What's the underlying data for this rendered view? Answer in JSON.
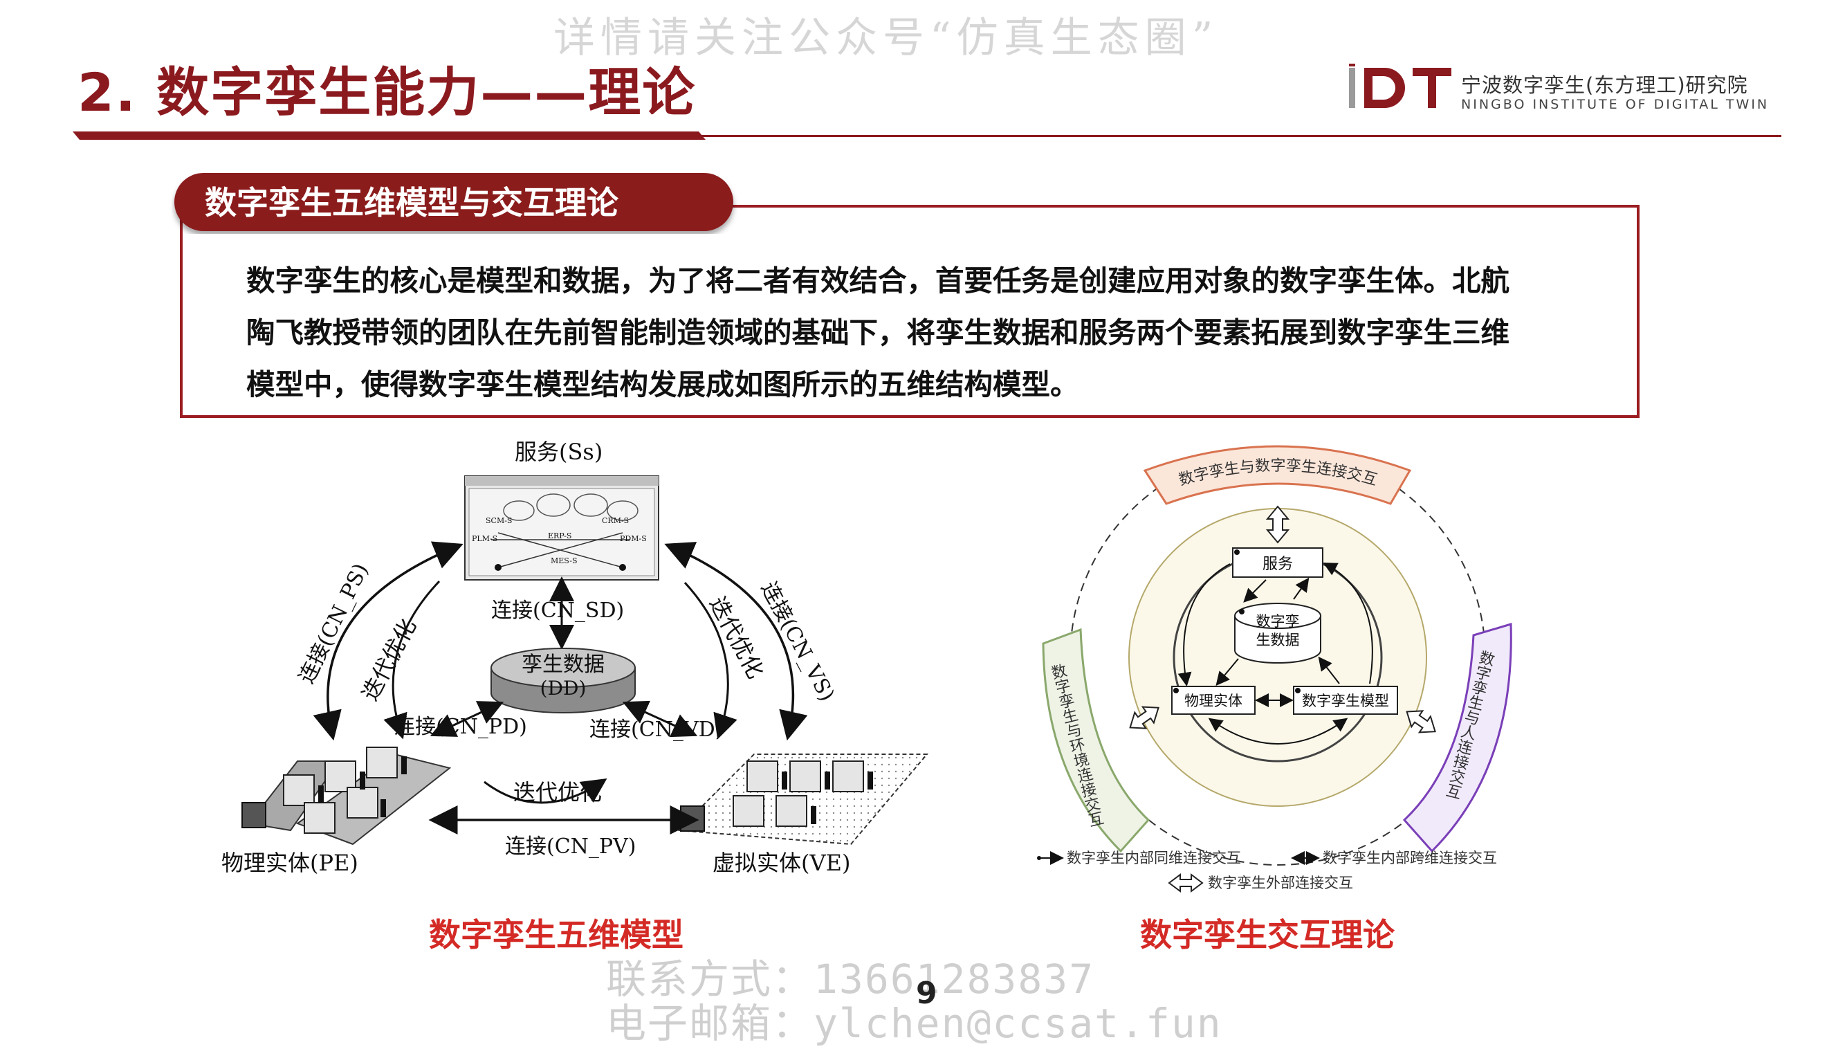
{
  "header": {
    "title": "2. 数字孪生能力——理论",
    "logo_text": "iDT",
    "org_cn": "宁波数字孪生(东方理工)研究院",
    "org_en": "NINGBO INSTITUTE OF DIGITAL TWIN",
    "watermark_top": "详情请关注公众号“仿真生态圈”"
  },
  "section": {
    "heading": "数字孪生五维模型与交互理论",
    "paragraph_lines": [
      "数字孪生的核心是模型和数据，为了将二者有效结合，首要任务是创建应用对象的数字孪生体。北航",
      "陶飞教授带领的团队在先前智能制造领域的基础下，将孪生数据和服务两个要素拓展到数字孪生三维",
      "模型中，使得数字孪生模型结构发展成如图所示的五维结构模型。"
    ]
  },
  "five_dim_model": {
    "service": "服务(Ss)",
    "dd_line1": "孪生数据",
    "dd_line2": "(DD)",
    "cn_sd": "连接(CN_SD)",
    "cn_pd": "连接(CN_PD)",
    "cn_vd": "连接(CN_VD)",
    "cn_pv": "连接(CN_PV)",
    "cn_ps": "连接(CN_PS)",
    "cn_vs": "连接(CN_VS)",
    "iter_left": "迭代优化",
    "iter_right": "迭代优化",
    "iter_bottom": "迭代优化",
    "pe": "物理实体(PE)",
    "ve": "虚拟实体(VE)",
    "screen_labels": [
      "SCM-S",
      "CRM-S",
      "PLM-S",
      "ERP-S",
      "PDM-S",
      "MES-S"
    ],
    "caption": "数字孪生五维模型"
  },
  "interaction_theory": {
    "top_band": "数字孪生与数字孪生连接交互",
    "left_band": "数字孪生与环境连接交互",
    "right_band": "数字孪生与人连接交互",
    "service": "服务",
    "center_line1": "数字孪",
    "center_line2": "生数据",
    "physical": "物理实体",
    "model": "数字孪生模型",
    "legend": [
      "数字孪生内部同维连接交互",
      "数字孪生内部跨维连接交互",
      "数字孪生外部连接交互"
    ],
    "caption": "数字孪生交互理论"
  },
  "footer": {
    "contact_phone": "联系方式：13661283837",
    "contact_email": "电子邮箱：ylchen@ccsat.fun",
    "page_number": "9"
  },
  "colors": {
    "brand": "#8b1a1f",
    "caption": "#d42a26",
    "top_band": "#d9734f",
    "left_band": "#8aa86c",
    "right_band": "#7a3fb8"
  }
}
